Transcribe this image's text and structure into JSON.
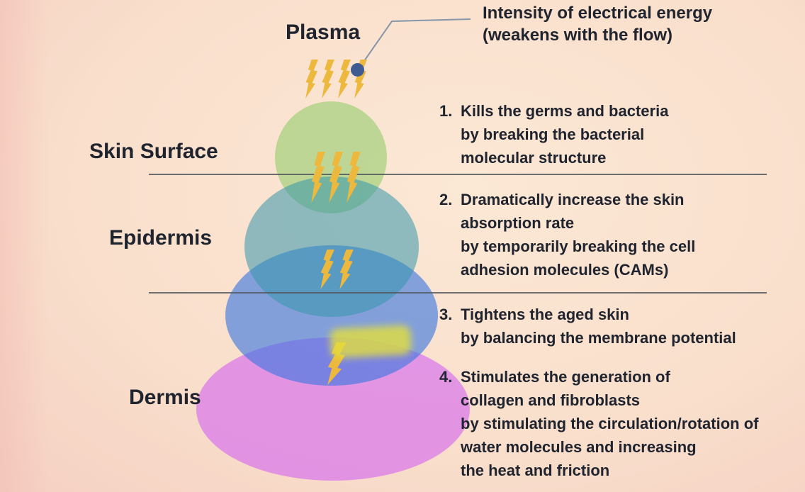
{
  "labels": {
    "plasma": "Plasma",
    "layers": [
      {
        "name": "Skin Surface"
      },
      {
        "name": "Epidermis"
      },
      {
        "name": "Dermis"
      }
    ]
  },
  "callout": {
    "line1": "Intensity of electrical energy",
    "line2": "(weakens with the flow)"
  },
  "effects": [
    {
      "number": "1.",
      "lines": [
        "Kills the germs and bacteria",
        "by breaking the bacterial",
        "molecular structure"
      ]
    },
    {
      "number": "2.",
      "lines": [
        "Dramatically increase the skin",
        "absorption rate",
        "by temporarily breaking the cell",
        "adhesion molecules (CAMs)"
      ]
    },
    {
      "number": "3.",
      "lines": [
        "Tightens the aged skin",
        "by balancing the membrane potential"
      ]
    },
    {
      "number": "4.",
      "lines": [
        "Stimulates the generation of",
        "collagen and fibroblasts",
        "by stimulating the circulation/rotation of",
        "water molecules and increasing",
        "the heat and friction"
      ]
    }
  ],
  "bolt_counts": {
    "plasma": 4,
    "skin_surface": 3,
    "epidermis": 2,
    "dermis": 1
  },
  "icons": {
    "lightning-bolt-icon": "css-polygon-lightning-bolt",
    "intensity-dot": "filled-circle",
    "plasma-glow": "blurred-yellow-blob"
  },
  "colors": {
    "background_center": "#fbe8d5",
    "background_edge": "#f2c3ba",
    "skin_surface_circle": "rgba(151,205,112,0.62)",
    "epidermis_circle": "rgba(52,150,172,0.55)",
    "dermis_blue_circle": "rgba(58,118,224,0.62)",
    "dermis_purple_ellipse": "rgba(212,102,240,0.62)",
    "lightning_bolt": "#ecb83e",
    "plasma_glow": "#e3df3e",
    "divider_line": "#54585e",
    "callout_line": "#8795a8",
    "callout_dot": "#3e5c92",
    "text": "#20242f"
  }
}
